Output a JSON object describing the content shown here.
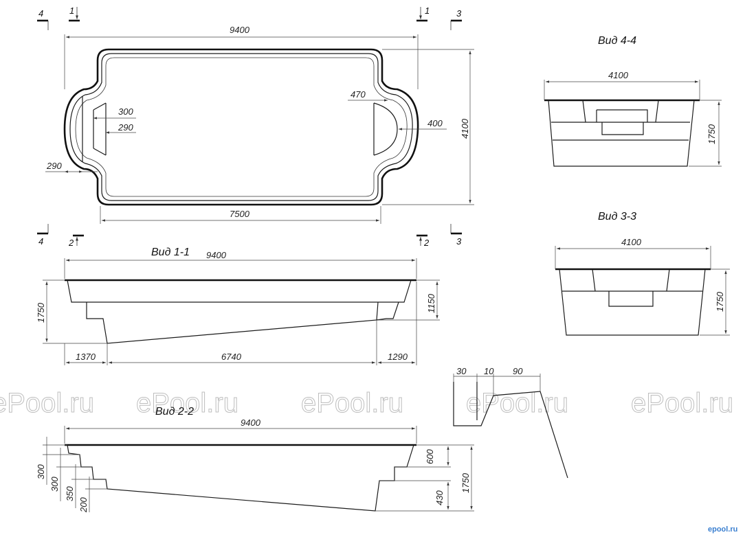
{
  "views": {
    "v44": "Вид 4-4",
    "v33": "Вид 3-3",
    "v11": "Вид 1-1",
    "v22": "Вид 2-2"
  },
  "section_marks": {
    "s1": "1",
    "s2": "2",
    "s3": "3",
    "s4": "4"
  },
  "dims": {
    "plan": {
      "length": "9400",
      "inner_length": "7500",
      "width": "4100",
      "left_300": "300",
      "left_290": "290",
      "left_290b": "290",
      "right_470": "470",
      "right_400": "400"
    },
    "v44": {
      "width": "4100",
      "depth": "1750"
    },
    "v33": {
      "width": "4100",
      "depth": "1750"
    },
    "v11": {
      "length": "9400",
      "depth": "1750",
      "shallow": "1150",
      "a": "1370",
      "b": "6740",
      "c": "1290"
    },
    "profile": {
      "a": "30",
      "b": "10",
      "c": "90"
    },
    "v22": {
      "length": "9400",
      "d300a": "300",
      "d300b": "300",
      "d350": "350",
      "d200": "200",
      "d600": "600",
      "d430": "430",
      "depth": "1750"
    }
  },
  "watermark": [
    "ePool.ru",
    "ePool.ru",
    "ePool.ru",
    "ePool.ru",
    "ePool.ru"
  ],
  "logo": "epool.ru"
}
